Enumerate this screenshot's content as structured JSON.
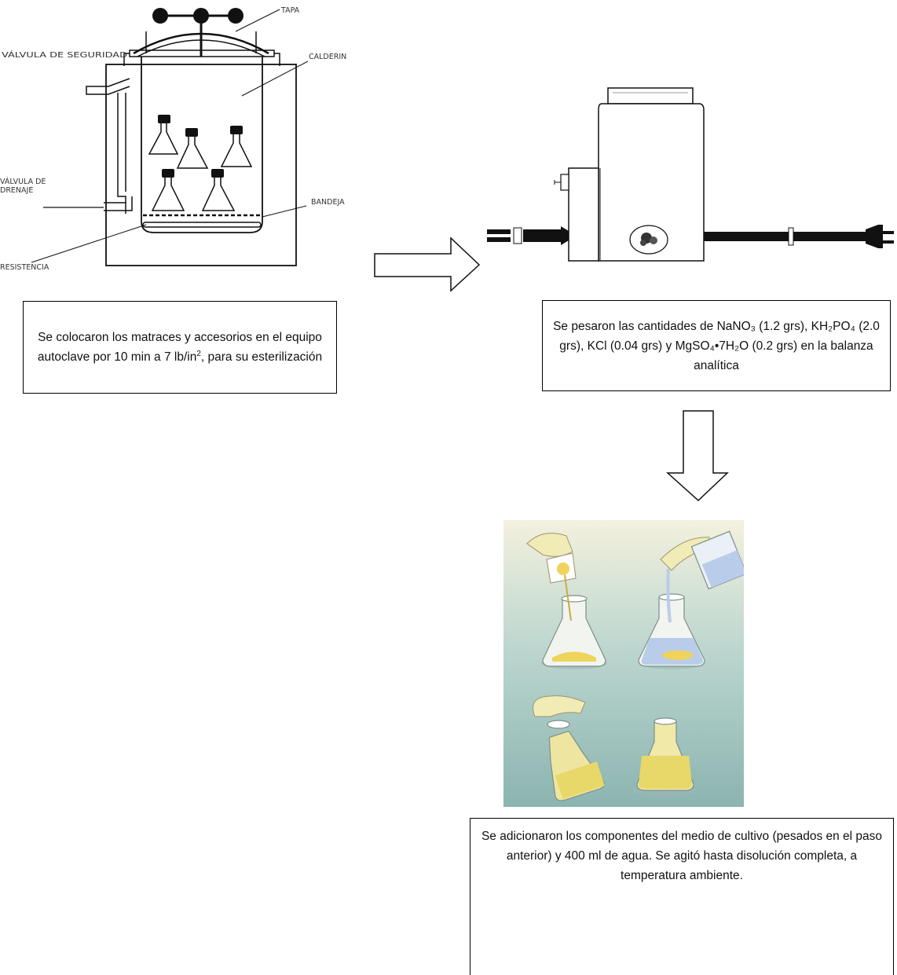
{
  "autoclave": {
    "labels": {
      "lid": "TAPA",
      "safety_valve": "VÁLVULA DE SEGURIDAD",
      "boiler": "CALDERIN",
      "drain_valve_line1": "VÁLVULA DE",
      "drain_valve_line2": "DRENAJE",
      "tray": "BANDEJA",
      "resistance": "RESISTENCIA"
    }
  },
  "steps": {
    "step1": {
      "text_before_sup": "Se colocaron los matraces y accesorios en el equipo autoclave por 10 min a 7 lb/in",
      "sup": "2",
      "text_after_sup": ", para su esterilización"
    },
    "step2": {
      "text": "Se pesaron las cantidades de NaNO₃ (1.2 grs), KH₂PO₄ (2.0 grs), KCl (0.04 grs) y MgSO₄•7H₂O (0.2 grs) en la balanza analítica"
    },
    "step3": {
      "text": "Se adicionaron los componentes del medio de cultivo (pesados en el paso anterior) y 400 ml de agua. Se agitó hasta disolución completa, a temperatura ambiente."
    }
  }
}
